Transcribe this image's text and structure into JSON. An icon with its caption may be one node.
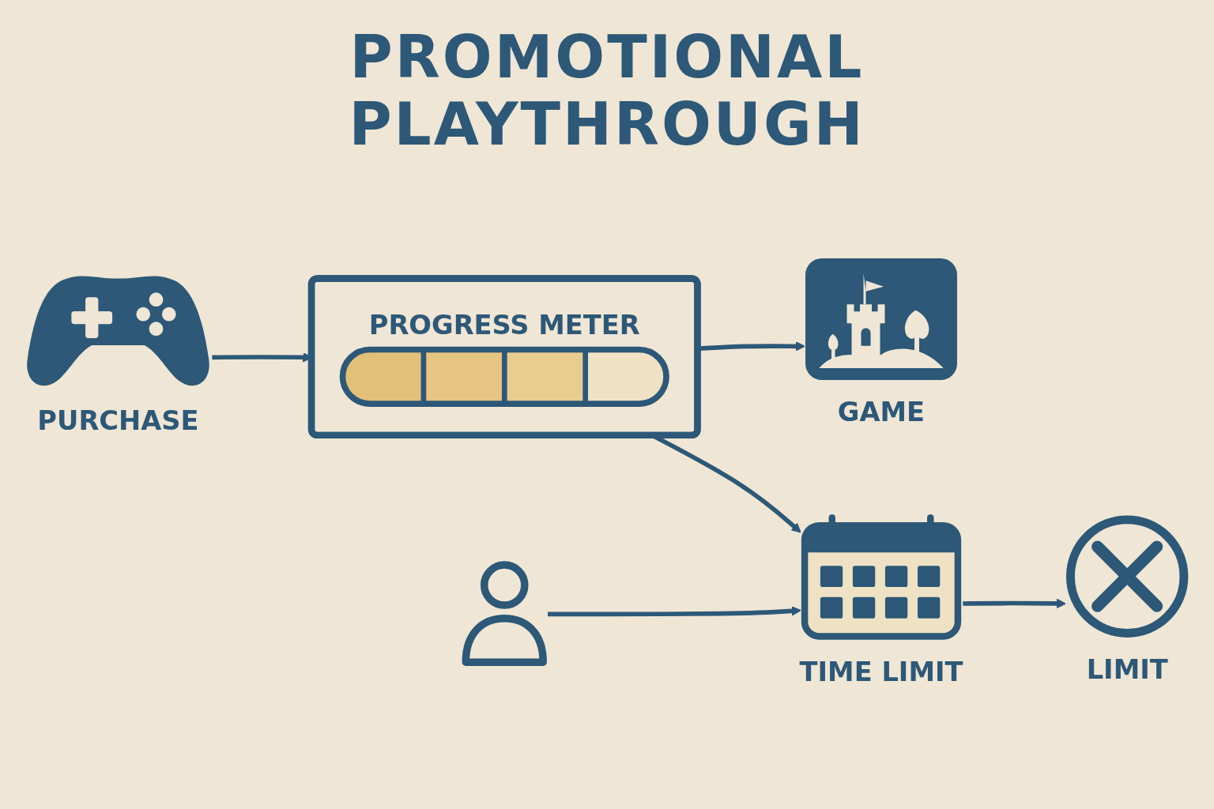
{
  "diagram": {
    "title": "PROMOTIONAL PLAYTHROUGH",
    "nodes": [
      {
        "text": [
          "PURCHASE"
        ]
      },
      {
        "text": [
          "PROGRESS METER"
        ]
      },
      {
        "text": [
          "GAME"
        ]
      },
      {
        "text": [],
        "shape": "person"
      },
      {
        "text": [
          "TIME LIMIT"
        ]
      },
      {
        "text": [
          "LIMIT"
        ]
      }
    ],
    "edges": [
      {
        "from": 0,
        "to": 1,
        "arrow": "to"
      },
      {
        "from": 1,
        "to": 2,
        "arrow": "to"
      },
      {
        "from": 1,
        "to": 4,
        "arrow": "to"
      },
      {
        "from": 3,
        "to": 4,
        "arrow": "to"
      },
      {
        "from": 4,
        "to": 5,
        "arrow": "to"
      }
    ]
  }
}
